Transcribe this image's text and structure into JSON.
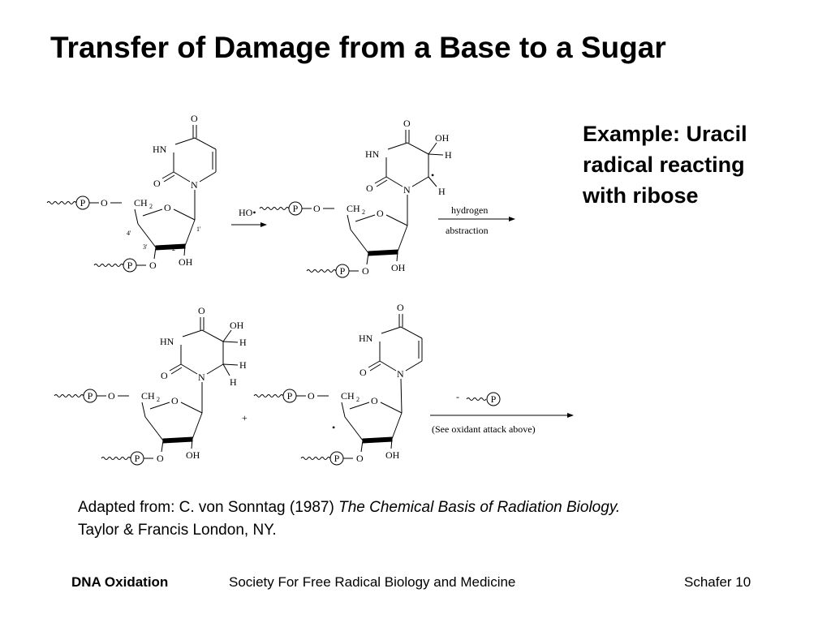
{
  "slide": {
    "title": "Transfer of Damage from a Base to a Sugar",
    "side_note": [
      "Example: Uracil",
      "radical reacting",
      "with ribose"
    ],
    "citation": {
      "prefix": "Adapted from: C. von Sonntag (1987) ",
      "book": "The Chemical Basis of Radiation Biology.",
      "line2": "Taylor & Francis London, NY."
    },
    "footer": {
      "left": "DNA Oxidation",
      "middle": "Society For Free Radical Biology and Medicine",
      "right": "Schafer 10"
    }
  },
  "scheme": {
    "atoms": {
      "O": "O",
      "HN": "HN",
      "N": "N",
      "OH": "OH",
      "H": "H",
      "P": "P",
      "CH": "CH",
      "sub2": "2",
      "radical": "•",
      "plus": "+",
      "minus": "-"
    },
    "ring_numbers": [
      "4'",
      "1'",
      "3'",
      "2'"
    ],
    "reagent_1": "HO•",
    "arrow_2_top": "hydrogen",
    "arrow_2_bottom": "abstraction",
    "arrow_3_bottom": "(See oxidant attack above)"
  }
}
